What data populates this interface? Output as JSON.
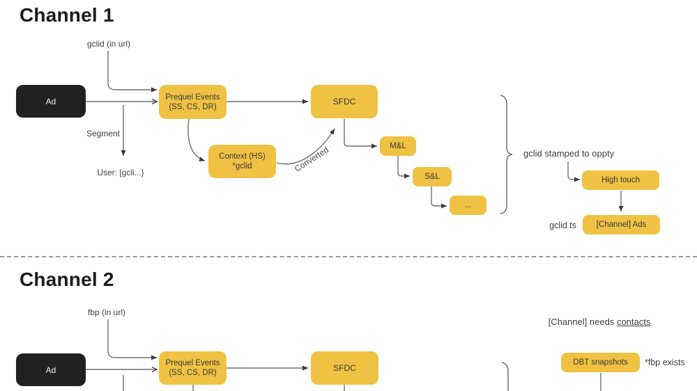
{
  "colors": {
    "node_yellow": "#F0C243",
    "node_black": "#212121",
    "wire_gray": "#6f6f6f",
    "arrow_dark": "#3a3a3a"
  },
  "channel1": {
    "title": "Channel 1",
    "gclid_label": "gclid (in url)",
    "segment_label": "Segment",
    "user_label": "User: [gcli...}",
    "converted_label": "Converted",
    "stamped_label": "gclid stamped to oppty",
    "gclid_ts_label": "gclid ts",
    "nodes": {
      "ad": "Ad",
      "prequel_line1": "Prequel Events",
      "prequel_line2": "(SS, CS, DR)",
      "context_line1": "Context (HS)",
      "context_line2": "*gclid",
      "sfdc": "SFDC",
      "ml": "M&L",
      "sl": "S&L",
      "more": "...",
      "high_touch": "High touch",
      "channel_ads": "[Channel] Ads"
    }
  },
  "channel2": {
    "title": "Channel 2",
    "fbp_label": "fbp (in url)",
    "needs_text": "[Channel] needs",
    "needs_link": "contacts",
    "fbp_exists_label": "*fbp exists",
    "nodes": {
      "ad": "Ad",
      "prequel_line1": "Prequel Events",
      "prequel_line2": "(SS, CS, DR)",
      "sfdc": "SFDC",
      "dbt": "DBT snapshots"
    }
  }
}
